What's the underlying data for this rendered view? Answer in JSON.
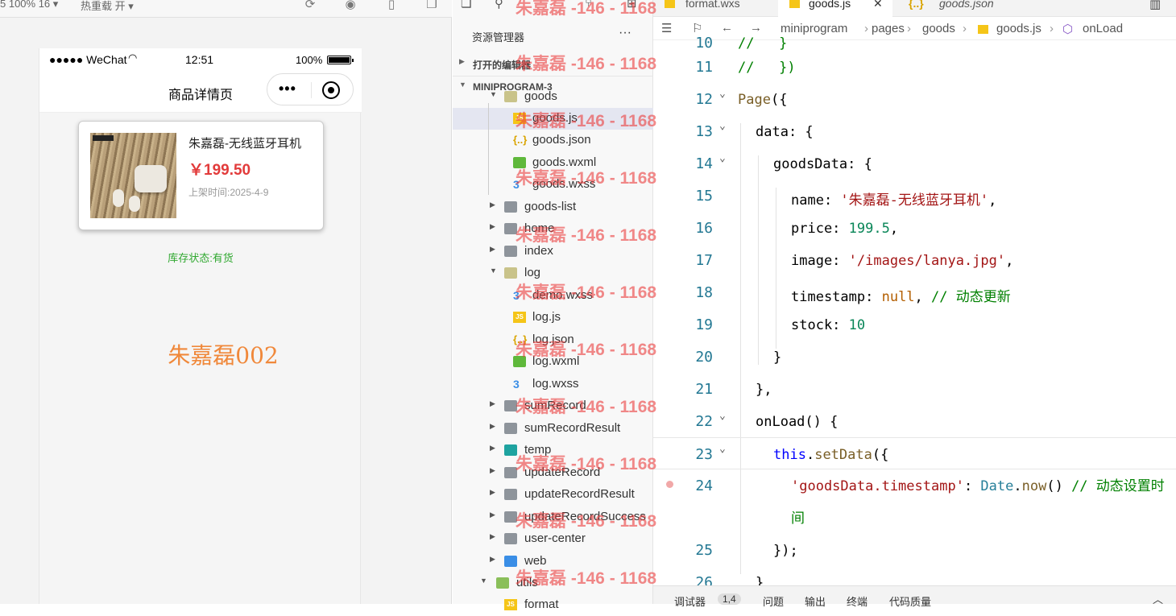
{
  "simulator": {
    "toolbar": {
      "zoom_label": "5 100% 16 ▾",
      "reload_label": "热重载 开 ▾"
    },
    "status": {
      "carrier": "●●●●● WeChat",
      "time": "12:51",
      "battery": "100%"
    },
    "nav_title": "商品详情页",
    "card": {
      "name": "朱嘉磊-无线蓝牙耳机",
      "price": "￥199.50",
      "time": "上架时间:2025-4-9"
    },
    "stock": "库存状态:有货",
    "big_text": "朱嘉磊002"
  },
  "explorer": {
    "title": "资源管理器",
    "more": "···",
    "sections": {
      "open_editors": "打开的编辑器",
      "project": "MINIPROGRAM-3"
    },
    "tree": [
      {
        "label": "goods",
        "type": "folder-open"
      },
      {
        "label": "goods.js",
        "type": "js"
      },
      {
        "label": "goods.json",
        "type": "json"
      },
      {
        "label": "goods.wxml",
        "type": "wxml"
      },
      {
        "label": "goods.wxss",
        "type": "wxss"
      },
      {
        "label": "goods-list",
        "type": "folder"
      },
      {
        "label": "home",
        "type": "folder"
      },
      {
        "label": "index",
        "type": "folder"
      },
      {
        "label": "log",
        "type": "folder-open"
      },
      {
        "label": "demo.wxss",
        "type": "wxss"
      },
      {
        "label": "log.js",
        "type": "js"
      },
      {
        "label": "log.json",
        "type": "json"
      },
      {
        "label": "log.wxml",
        "type": "wxml"
      },
      {
        "label": "log.wxss",
        "type": "wxss"
      },
      {
        "label": "sumRecord",
        "type": "folder"
      },
      {
        "label": "sumRecordResult",
        "type": "folder"
      },
      {
        "label": "temp",
        "type": "folder"
      },
      {
        "label": "updateRecord",
        "type": "folder"
      },
      {
        "label": "updateRecordResult",
        "type": "folder"
      },
      {
        "label": "updateRecordSuccess",
        "type": "folder"
      },
      {
        "label": "user-center",
        "type": "folder"
      },
      {
        "label": "web",
        "type": "folder"
      },
      {
        "label": "utils",
        "type": "folder-open"
      },
      {
        "label": "format",
        "type": "js"
      }
    ]
  },
  "editor": {
    "tabs": [
      {
        "label": "format.wxs"
      },
      {
        "label": "goods.js"
      },
      {
        "label": "goods.json"
      }
    ],
    "breadcrumb": [
      "miniprogram",
      "pages",
      "goods",
      "goods.js",
      "onLoad"
    ],
    "lines": [
      {
        "n": "10",
        "text": "//   }"
      },
      {
        "n": "11",
        "text": "//   })"
      },
      {
        "n": "12",
        "text": "Page({"
      },
      {
        "n": "13",
        "text": "data: {"
      },
      {
        "n": "14",
        "text": "goodsData: {"
      },
      {
        "n": "15",
        "text": "name: '朱嘉磊-无线蓝牙耳机',"
      },
      {
        "n": "16",
        "text": "price: 199.5,"
      },
      {
        "n": "17",
        "text": "image: '/images/lanya.jpg',"
      },
      {
        "n": "18",
        "text": "timestamp: null, // 动态更新"
      },
      {
        "n": "19",
        "text": "stock: 10"
      },
      {
        "n": "20",
        "text": "}"
      },
      {
        "n": "21",
        "text": "},"
      },
      {
        "n": "22",
        "text": "onLoad() {"
      },
      {
        "n": "23",
        "text": "this.setData({"
      },
      {
        "n": "24",
        "text": "'goodsData.timestamp': Date.now() // 动态设置时间"
      },
      {
        "n": "25",
        "text": "});"
      },
      {
        "n": "26",
        "text": "}"
      }
    ],
    "bottom_tabs": {
      "debugger": "调试器",
      "badge": "1,4",
      "issues": "问题",
      "output": "输出",
      "terminal": "终端",
      "quality": "代码质量"
    }
  },
  "watermark": "朱嘉磊 -146 - 1168",
  "colors": {
    "price": "#e23b3b",
    "stock": "#2fa82f",
    "big_text": "#f0883a",
    "watermark": "#eb3c3c",
    "selection": "#e4e6f1"
  }
}
